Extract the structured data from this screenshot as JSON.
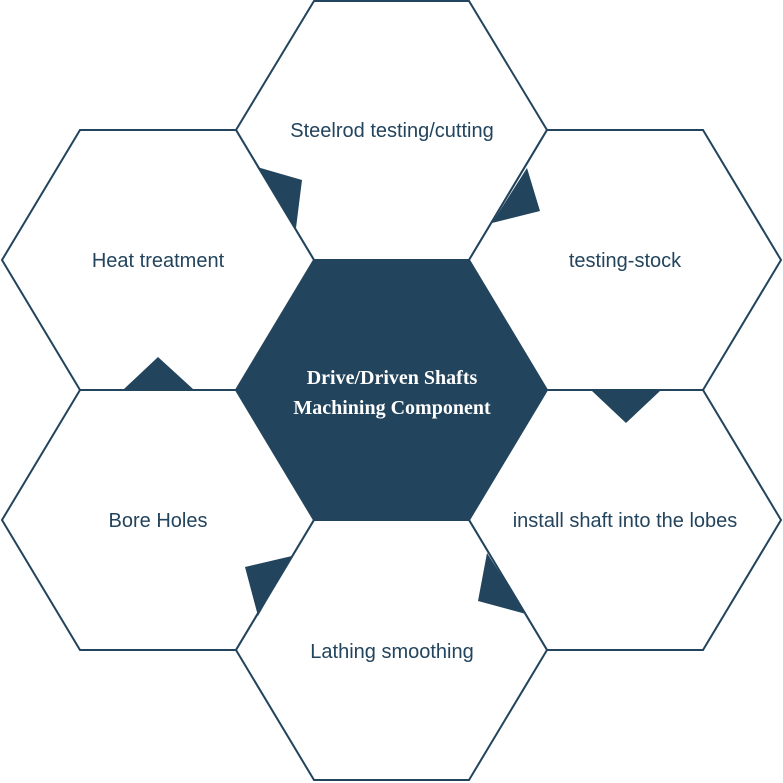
{
  "diagram": {
    "center": {
      "line1": "Drive/Driven Shafts",
      "line2": "Machining Component"
    },
    "steps": {
      "top": "Steelrod testing/cutting",
      "upper_right": "testing-stock",
      "lower_right": "install shaft into the lobes",
      "bottom": "Lathing smoothing",
      "lower_left": "Bore Holes",
      "upper_left": "Heat treatment"
    }
  },
  "colors": {
    "accent": "#23445d",
    "background": "#ffffff",
    "center_text": "#ffffff"
  }
}
